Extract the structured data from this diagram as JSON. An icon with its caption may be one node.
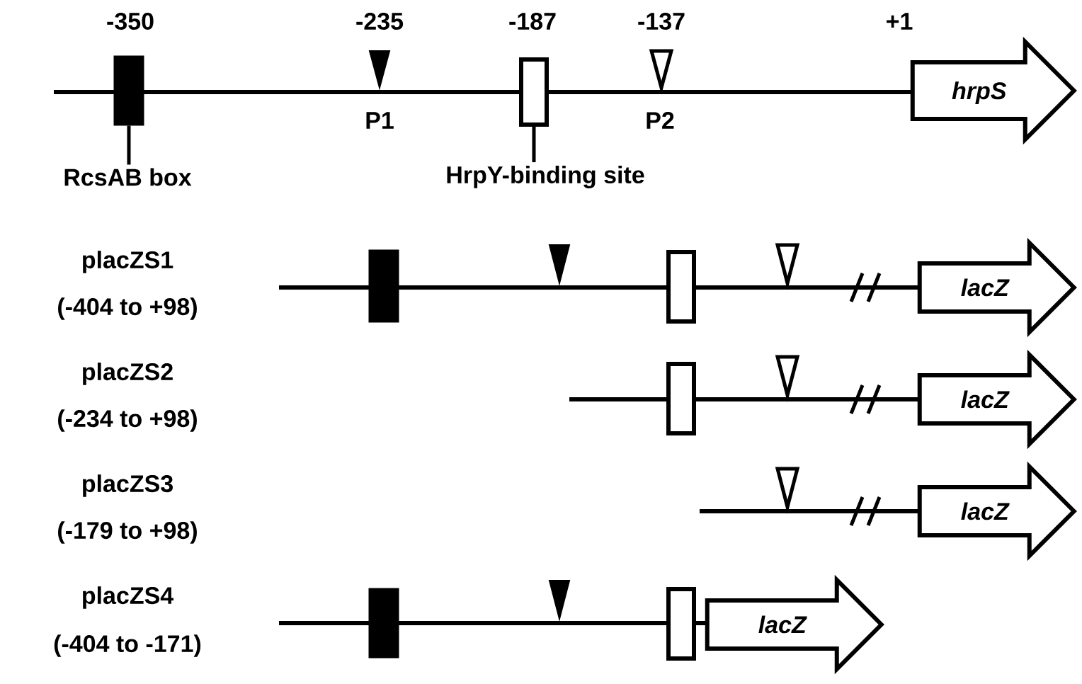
{
  "diagram": {
    "nodes": [
      {
        "text": [
          "RcsAB box"
        ]
      },
      {
        "text": [],
        "shape": "box"
      },
      {
        "text": [
          "HrpY-binding site"
        ]
      },
      {
        "text": [],
        "shape": "box"
      },
      {
        "text": [
          "hrpS"
        ]
      },
      {
        "text": [
          "lacZ"
        ]
      },
      {
        "text": [
          "lacZ"
        ]
      },
      {
        "text": [
          "lacZ"
        ]
      },
      {
        "text": [
          "lacZ"
        ]
      },
      {
        "text": [],
        "shape": "box"
      },
      {
        "text": [],
        "shape": "box"
      },
      {
        "text": [],
        "shape": "box"
      },
      {
        "text": [],
        "shape": "box"
      },
      {
        "text": [],
        "shape": "box"
      }
    ],
    "edges": [
      {
        "from": 0,
        "to": 1,
        "arrow": "none"
      },
      {
        "from": 2,
        "to": 3,
        "arrow": "none"
      }
    ],
    "labels": [
      "-350",
      "-235",
      "-187",
      "-137",
      "+1",
      "P1",
      "P2",
      "placZS1",
      "(-404 to +98)",
      "placZS2",
      "(-234 to +98)",
      "placZS3",
      "(-179 to +98)",
      "placZS4",
      "(-404 to -171)"
    ]
  }
}
